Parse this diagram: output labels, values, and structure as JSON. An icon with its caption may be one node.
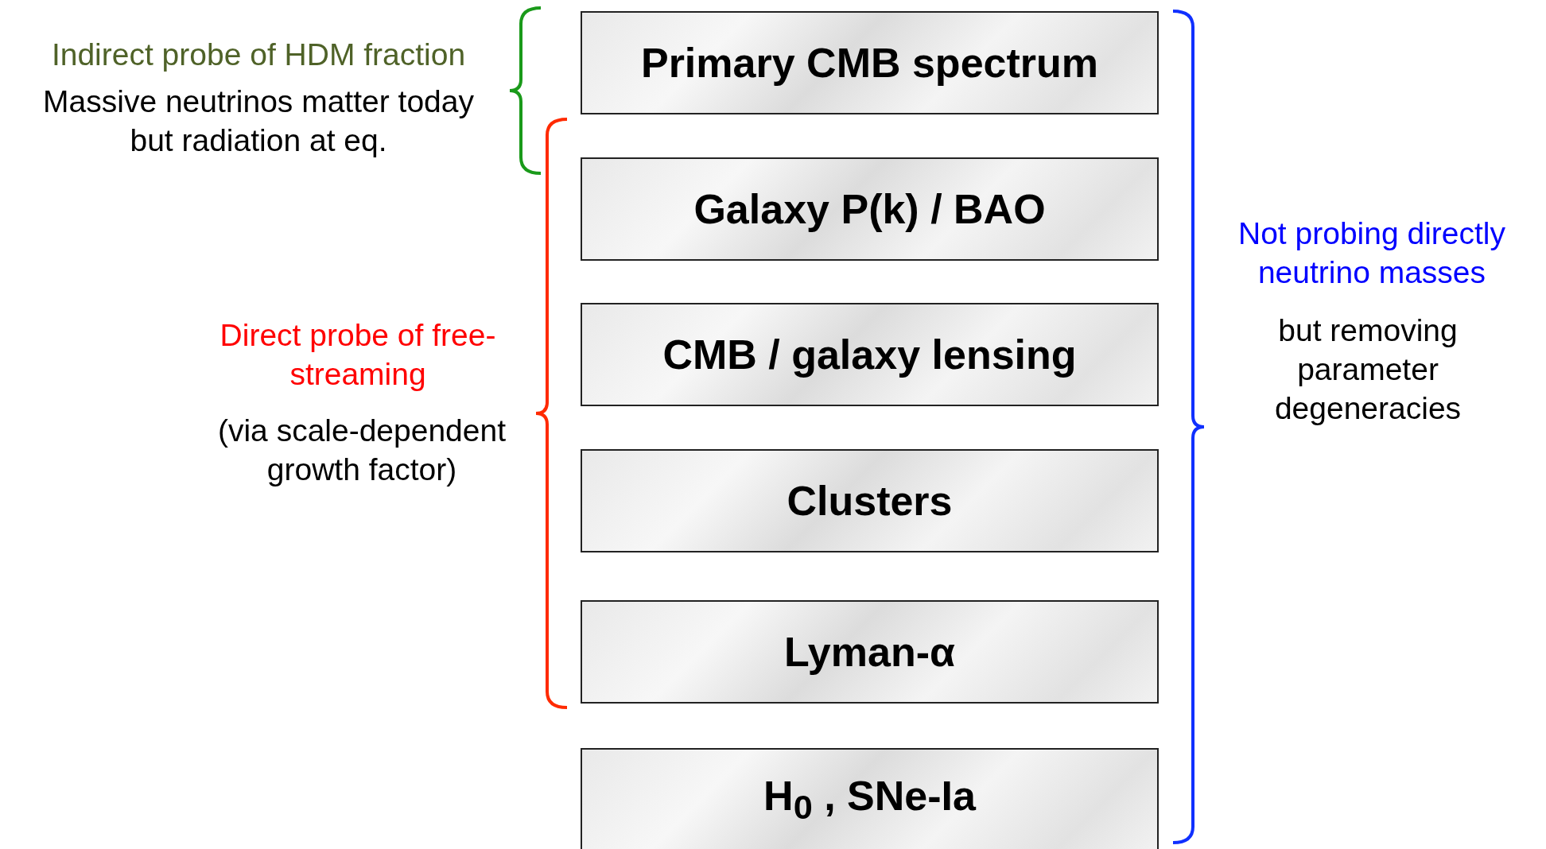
{
  "diagram": {
    "nodes": [
      {
        "text": [
          "Primary CMB spectrum"
        ]
      },
      {
        "text": [
          "Galaxy P(k) / BAO"
        ]
      },
      {
        "text": [
          "CMB / galaxy lensing"
        ]
      },
      {
        "text": [
          "Clusters"
        ]
      },
      {
        "text": [
          "Lyman-α"
        ]
      },
      {
        "text": [
          "H$_{0}$ , SNe-Ia"
        ]
      }
    ],
    "labels": [
      "Indirect probe of HDM fraction",
      "Massive neutrinos matter today but radiation at eq.",
      "Not probing directly neutrino masses",
      "but removing parameter degeneracies",
      "Direct probe of free-streaming",
      "(via scale-dependent growth factor)"
    ]
  }
}
